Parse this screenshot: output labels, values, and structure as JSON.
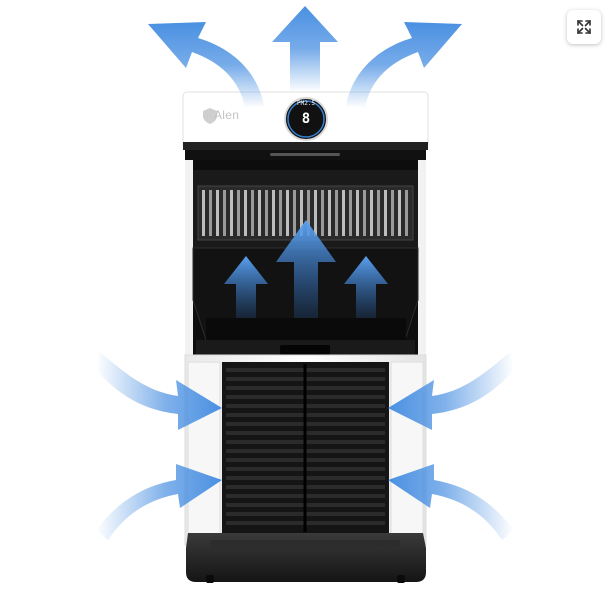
{
  "viewer": {
    "expand_icon": "expand-arrows-icon"
  },
  "product": {
    "brand": "Alen",
    "display_value": "8",
    "display_small": "PM2.5",
    "colors": {
      "arrow": "#4a90e2",
      "body_white": "#ffffff",
      "body_dark": "#1c1c1c"
    }
  }
}
